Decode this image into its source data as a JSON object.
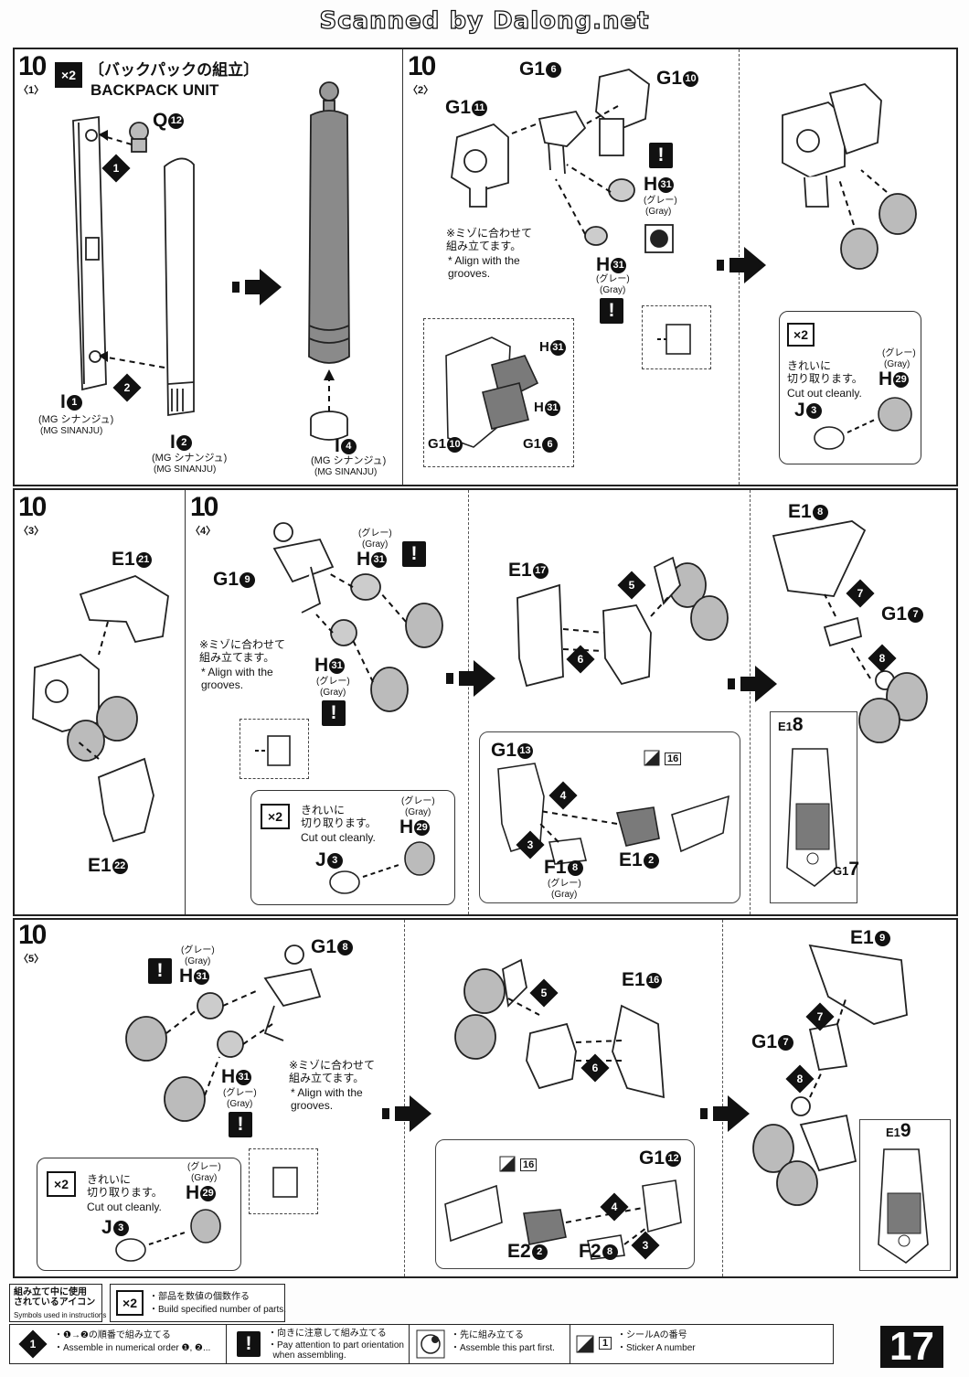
{
  "watermark": "Scanned by Dalong.net",
  "page_number": "17",
  "step": "10",
  "panel1": {
    "substep": "〈1〉",
    "multiplier": "×2",
    "title_jp": "〔バックパックの組立〕",
    "title_en": "BACKPACK UNIT",
    "part_q12": "Q",
    "part_q12_num": "12",
    "part_i1": "I",
    "part_i1_num": "1",
    "part_i2": "I",
    "part_i2_num": "2",
    "part_i4": "I",
    "part_i4_num": "4",
    "mg_jp": "(MG シナンジュ)",
    "mg_en": "(MG SINANJU)",
    "order1": "1",
    "order2": "2"
  },
  "panel2": {
    "substep": "〈2〉",
    "g16": "G1",
    "g16_num": "6",
    "g110": "G1",
    "g110_num": "10",
    "g111": "G1",
    "g111_num": "11",
    "h31": "H",
    "h31_num": "31",
    "gray_jp": "(グレー)",
    "gray_en": "(Gray)",
    "warn": "!",
    "groove_jp": "※ミゾに合わせて\n組み立てます。",
    "groove_en": "* Align with the\ngrooves.",
    "x2": "×2",
    "cut_jp": "きれいに\n切り取ります。",
    "cut_en": "Cut out cleanly.",
    "h29": "H",
    "h29_num": "29",
    "j3": "J",
    "j3_num": "3"
  },
  "panel3": {
    "substep": "〈3〉",
    "e121": "E1",
    "e121_num": "21",
    "e122": "E1",
    "e122_num": "22"
  },
  "panel4": {
    "substep": "〈4〉",
    "g19": "G1",
    "g19_num": "9",
    "e117": "E1",
    "e117_num": "17",
    "e18": "E1",
    "e18_num": "8",
    "g17": "G1",
    "g17_num": "7",
    "g113": "G1",
    "g113_num": "13",
    "e12": "E1",
    "e12_num": "2",
    "f18": "F1",
    "f18_num": "8",
    "sticker": "16"
  },
  "panel5": {
    "substep": "〈5〉",
    "g18": "G1",
    "g18_num": "8",
    "e116": "E1",
    "e116_num": "16",
    "e19": "E1",
    "e19_num": "9",
    "g112": "G1",
    "g112_num": "12",
    "e22": "E2",
    "e22_num": "2",
    "f28": "F2",
    "f28_num": "8",
    "sticker": "16"
  },
  "legend": {
    "heading_jp": "組み立て中に使用\nされているアイコン",
    "heading_en": "Symbols used in instructions",
    "x2": "×2",
    "x2_jp": "・部品を数値の個数作る",
    "x2_en": "・Build specified number of parts.",
    "order_jp": "・❶→❷の順番で組み立てる",
    "order_en": "・Assemble in numerical order ❶, ❷...",
    "orient_jp": "・向きに注意して組み立てる",
    "orient_en": "・Pay attention to part orientation\n  when assembling.",
    "first_jp": "・先に組み立てる",
    "first_en": "・Assemble this part first.",
    "sticker_jp": "・シールAの番号",
    "sticker_en": "・Sticker A number",
    "sticker_num": "1"
  }
}
